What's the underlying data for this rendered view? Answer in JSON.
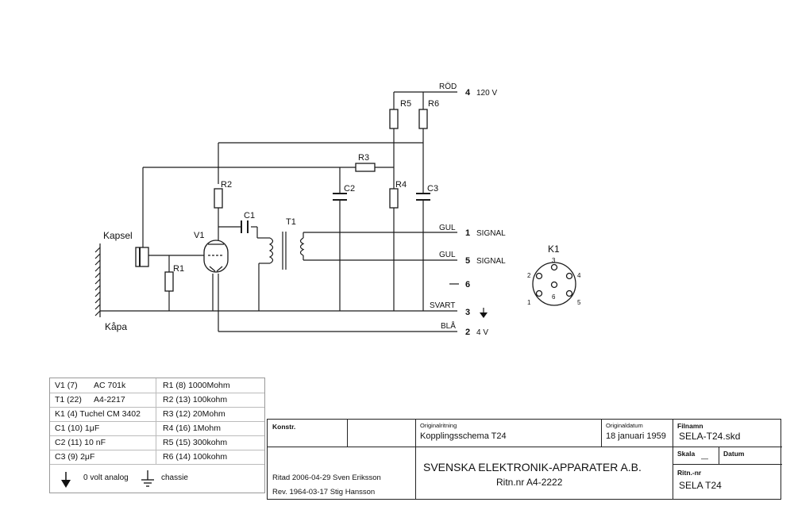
{
  "schematic": {
    "tube": "V1",
    "mic": "Kapsel",
    "housing": "Kåpa",
    "transformer": "T1",
    "components": {
      "r1": "R1",
      "r2": "R2",
      "r3": "R3",
      "r4": "R4",
      "r5": "R5",
      "r6": "R6",
      "c1": "C1",
      "c2": "C2",
      "c3": "C3"
    },
    "pins": [
      {
        "color": "RÖD",
        "num": "4",
        "desc": "120 V"
      },
      {
        "color": "GUL",
        "num": "1",
        "desc": "SIGNAL"
      },
      {
        "color": "GUL",
        "num": "5",
        "desc": "SIGNAL"
      },
      {
        "color": "—",
        "num": "6",
        "desc": ""
      },
      {
        "color": "SVART",
        "num": "3",
        "desc": ""
      },
      {
        "color": "BLÅ",
        "num": "2",
        "desc": "4 V"
      }
    ],
    "connector": {
      "name": "K1",
      "pins": [
        "3",
        "2",
        "4",
        "6",
        "1",
        "5"
      ]
    }
  },
  "parts_list": {
    "rows": [
      {
        "ref": "V1 (7)",
        "val": "AC 701k",
        "right": "R1 (8)  1000Mohm"
      },
      {
        "ref": "T1 (22)",
        "val": "A4-2217",
        "right": "R2 (13) 100kohm"
      },
      {
        "ref": "K1 (4) Tuchel CM 3402",
        "val": "",
        "right": "R3 (12) 20Mohm"
      },
      {
        "ref": "C1 (10) 1μF",
        "val": "",
        "right": "R4 (16) 1Mohm"
      },
      {
        "ref": "C2 (11) 10 nF",
        "val": "",
        "right": "R5 (15) 300kohm"
      },
      {
        "ref": "C3 (9) 2μF",
        "val": "",
        "right": "R6 (14) 100kohm"
      }
    ],
    "legend_analog": "0 volt analog",
    "legend_chassis": "chassie"
  },
  "title_block": {
    "konstr_label": "Konstr.",
    "ritad": "Ritad 2006-04-29 Sven Eriksson",
    "rev": "Rev. 1964-03-17 Stig Hansson",
    "originalritning_label": "Originalritning",
    "originalritning": "Kopplingsschema T24",
    "originaldatum_label": "Originaldatum",
    "originaldatum": "18 januari 1959",
    "company": "SVENSKA ELEKTRONIK-APPARATER A.B.",
    "ritn_line": "Ritn.nr A4-2222",
    "filnamn_label": "Filnamn",
    "filnamn": "SELA-T24.skd",
    "skala_label": "Skala",
    "skala": "—",
    "datum_label": "Datum",
    "ritn_label": "Ritn.-nr",
    "ritn_nr": "SELA T24"
  }
}
